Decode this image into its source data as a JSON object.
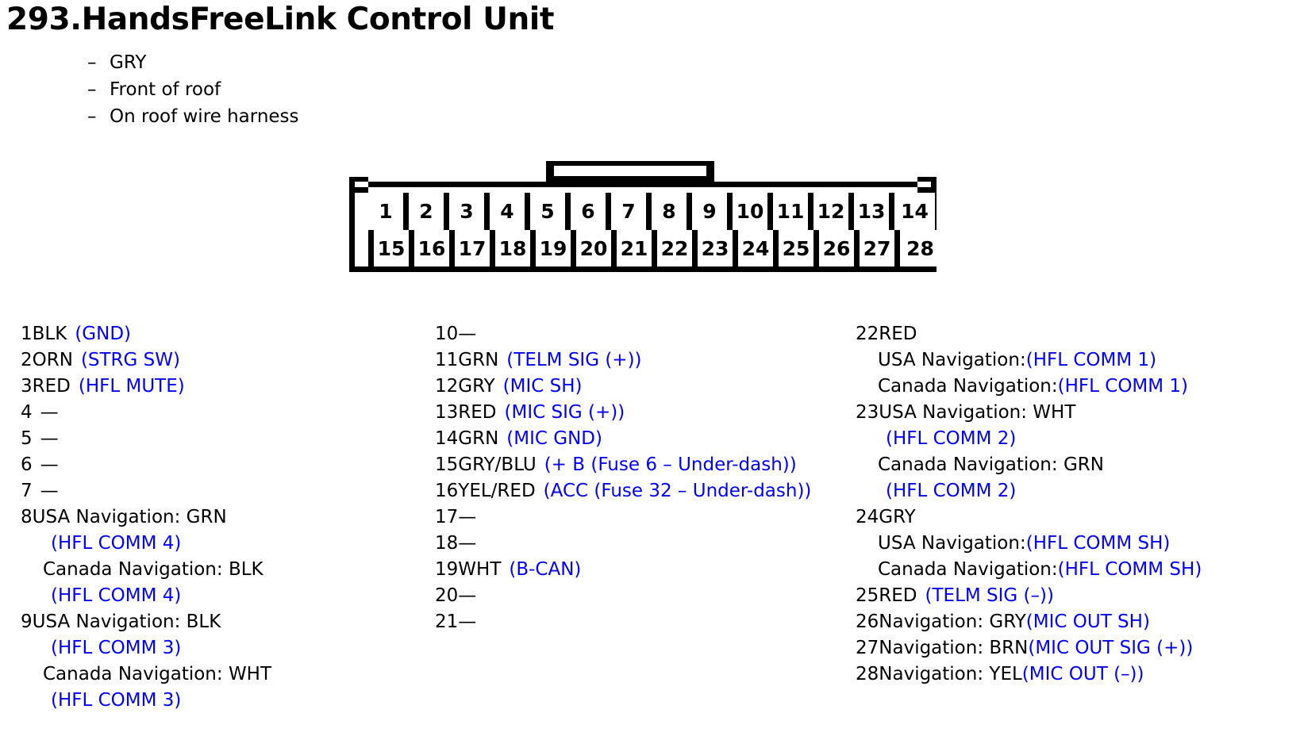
{
  "title": "293.HandsFreeLink Control Unit",
  "notes": {
    "dash": "–",
    "items": [
      "GRY",
      "Front of roof",
      "On roof wire harness"
    ]
  },
  "connector": {
    "top_row_pins": [
      "1",
      "2",
      "3",
      "4",
      "5",
      "6",
      "7",
      "8",
      "9",
      "10",
      "11",
      "12",
      "13",
      "14"
    ],
    "bottom_row_pins": [
      "15",
      "16",
      "17",
      "18",
      "19",
      "20",
      "21",
      "22",
      "23",
      "24",
      "25",
      "26",
      "27",
      "28"
    ]
  },
  "colors": {
    "signal_blue": "#0000FF",
    "text_black": "#000000",
    "background": "#FFFFFF"
  },
  "pin_columns": [
    {
      "entries": [
        {
          "lines": [
            {
              "num": "1",
              "black": "BLK",
              "blue": "(GND)"
            }
          ]
        },
        {
          "lines": [
            {
              "num": "2",
              "black": "ORN",
              "blue": "(STRG SW)"
            }
          ]
        },
        {
          "lines": [
            {
              "num": "3",
              "black": "RED",
              "blue": "(HFL MUTE)"
            }
          ]
        },
        {
          "lines": [
            {
              "num": "4",
              "black": "—",
              "blue": ""
            }
          ]
        },
        {
          "lines": [
            {
              "num": "5",
              "black": "—",
              "blue": ""
            }
          ]
        },
        {
          "lines": [
            {
              "num": "6",
              "black": "—",
              "blue": ""
            }
          ]
        },
        {
          "lines": [
            {
              "num": "7",
              "black": "—",
              "blue": ""
            }
          ]
        },
        {
          "lines": [
            {
              "num": "8",
              "black": "USA Navigation: GRN",
              "blue": ""
            },
            {
              "num": "",
              "black": "",
              "blue": "(HFL COMM 4)"
            },
            {
              "num": "",
              "black": "Canada Navigation: BLK",
              "blue": ""
            },
            {
              "num": "",
              "black": "",
              "blue": "(HFL COMM 4)"
            }
          ]
        },
        {
          "lines": [
            {
              "num": "9",
              "black": "USA Navigation: BLK",
              "blue": ""
            },
            {
              "num": "",
              "black": "",
              "blue": "(HFL COMM 3)"
            },
            {
              "num": "",
              "black": "Canada Navigation: WHT",
              "blue": ""
            },
            {
              "num": "",
              "black": "",
              "blue": "(HFL COMM 3)"
            }
          ]
        }
      ]
    },
    {
      "entries": [
        {
          "lines": [
            {
              "num": "10",
              "black": "—",
              "blue": ""
            }
          ]
        },
        {
          "lines": [
            {
              "num": "11",
              "black": "GRN",
              "blue": "(TELM SIG (+))"
            }
          ]
        },
        {
          "lines": [
            {
              "num": "12",
              "black": "GRY",
              "blue": "(MIC SH)"
            }
          ]
        },
        {
          "lines": [
            {
              "num": "13",
              "black": "RED",
              "blue": "(MIC SIG (+))"
            }
          ]
        },
        {
          "lines": [
            {
              "num": "14",
              "black": "GRN",
              "blue": "(MIC GND)"
            }
          ]
        },
        {
          "lines": [
            {
              "num": "15",
              "black": "GRY/BLU",
              "blue": "(+ B (Fuse 6 – Under-dash))"
            }
          ]
        },
        {
          "lines": [
            {
              "num": "16",
              "black": "YEL/RED",
              "blue": "(ACC (Fuse 32 – Under-dash))"
            }
          ]
        },
        {
          "lines": [
            {
              "num": "17",
              "black": "—",
              "blue": ""
            }
          ]
        },
        {
          "lines": [
            {
              "num": "18",
              "black": "—",
              "blue": ""
            }
          ]
        },
        {
          "lines": [
            {
              "num": "19",
              "black": "WHT",
              "blue": "(B-CAN)"
            }
          ]
        },
        {
          "lines": [
            {
              "num": "20",
              "black": "—",
              "blue": ""
            }
          ]
        },
        {
          "lines": [
            {
              "num": "21",
              "black": "—",
              "blue": ""
            }
          ]
        }
      ]
    },
    {
      "entries": [
        {
          "lines": [
            {
              "num": "22",
              "black": "RED",
              "blue": ""
            },
            {
              "num": "",
              "black": "USA Navigation:",
              "blue": "(HFL COMM 1)"
            },
            {
              "num": "",
              "black": "Canada Navigation:",
              "blue": "(HFL COMM 1)"
            }
          ]
        },
        {
          "lines": [
            {
              "num": "23",
              "black": "USA Navigation: WHT",
              "blue": ""
            },
            {
              "num": "",
              "black": "",
              "blue": "(HFL COMM 2)"
            },
            {
              "num": "",
              "black": "Canada Navigation: GRN",
              "blue": ""
            },
            {
              "num": "",
              "black": "",
              "blue": "(HFL COMM 2)"
            }
          ]
        },
        {
          "lines": [
            {
              "num": "24",
              "black": "GRY",
              "blue": ""
            },
            {
              "num": "",
              "black": "USA Navigation:",
              "blue": "(HFL COMM SH)"
            },
            {
              "num": "",
              "black": "Canada Navigation:",
              "blue": "(HFL COMM SH)"
            }
          ]
        },
        {
          "lines": [
            {
              "num": "25",
              "black": "RED",
              "blue": "(TELM SIG (–))"
            }
          ]
        },
        {
          "lines": [
            {
              "num": "26",
              "black": "Navigation: GRY",
              "blue": "(MIC OUT SH)"
            }
          ]
        },
        {
          "lines": [
            {
              "num": "27",
              "black": "Navigation: BRN",
              "blue": "(MIC OUT SIG (+))"
            }
          ]
        },
        {
          "lines": [
            {
              "num": "28",
              "black": "Navigation: YEL",
              "blue": "(MIC OUT (–))"
            }
          ]
        }
      ]
    }
  ]
}
